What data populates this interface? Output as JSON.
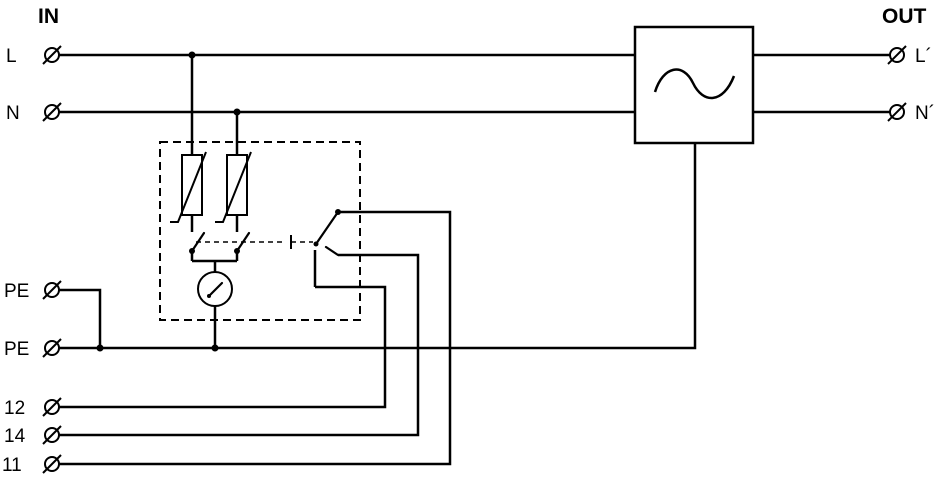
{
  "diagram": {
    "header_in": "IN",
    "header_out": "OUT",
    "terminals_left": [
      {
        "label": "L"
      },
      {
        "label": "N"
      },
      {
        "label": "PE"
      },
      {
        "label": "PE"
      },
      {
        "label": "12"
      },
      {
        "label": "14"
      },
      {
        "label": "11"
      }
    ],
    "terminals_right": [
      {
        "label": "L´"
      },
      {
        "label": "N´"
      }
    ],
    "colors": {
      "line": "#000000",
      "background": "#ffffff"
    }
  }
}
